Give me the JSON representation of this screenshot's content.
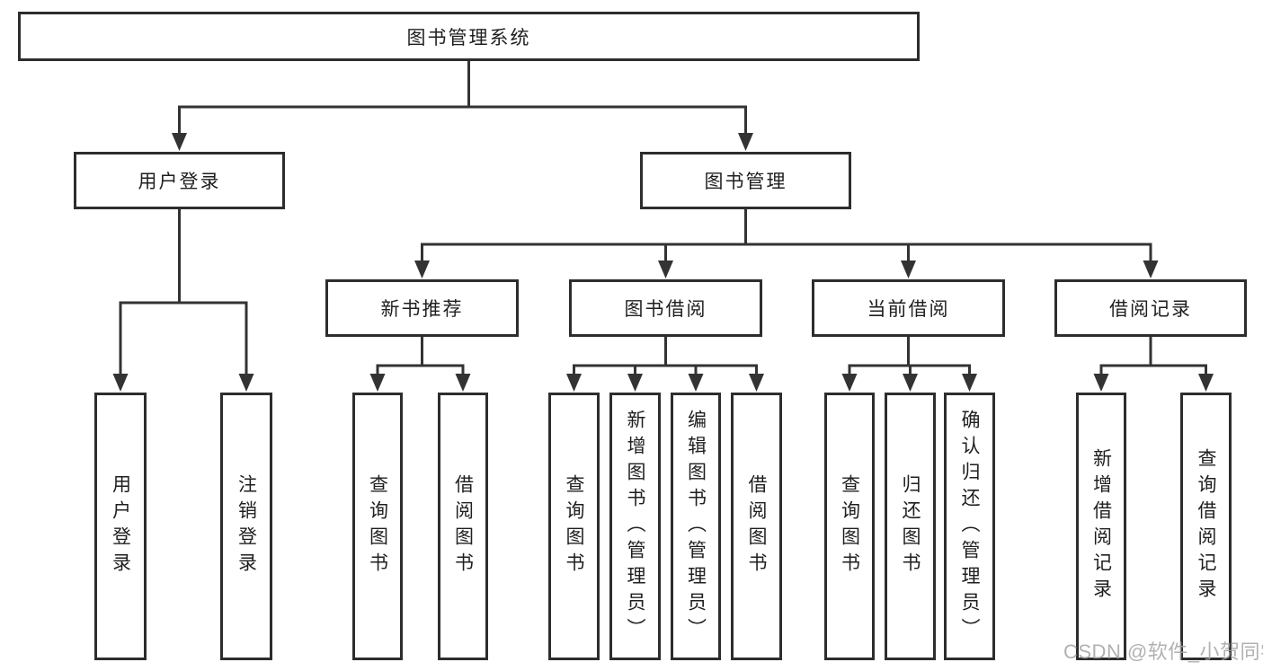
{
  "theme": {
    "bg": "#ffffff",
    "border_color": "#2d2d2d",
    "line_color": "#333333",
    "text_color": "#1f1f1f",
    "watermark_color": "#a4a4a4"
  },
  "diagram": {
    "root": {
      "label": "图书管理系统"
    },
    "level1": [
      {
        "label": "用户登录",
        "leaves": [
          "用户登录",
          "注销登录"
        ]
      },
      {
        "label": "图书管理"
      }
    ],
    "groups": [
      {
        "label": "新书推荐",
        "leaves": [
          "查询图书",
          "借阅图书"
        ]
      },
      {
        "label": "图书借阅",
        "leaves": [
          "查询图书",
          "新增图书（管理员）",
          "编辑图书（管理员）",
          "借阅图书"
        ]
      },
      {
        "label": "当前借阅",
        "leaves": [
          "查询图书",
          "归还图书",
          "确认归还（管理员）"
        ]
      },
      {
        "label": "借阅记录",
        "leaves": [
          "新增借阅记录",
          "查询借阅记录"
        ]
      }
    ]
  },
  "watermark": {
    "text": "CSDN @软件_小贺同学"
  }
}
